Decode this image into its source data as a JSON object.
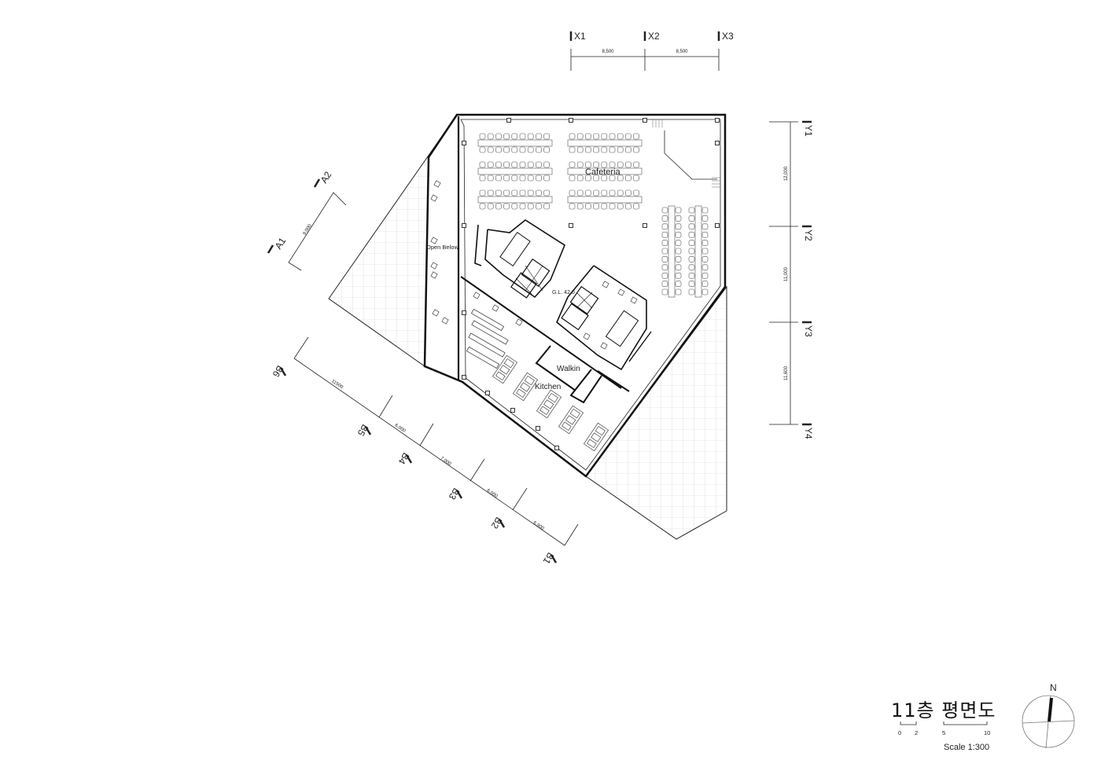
{
  "sheet": {
    "title": "11층 평면도",
    "scale_label": "Scale 1:300",
    "scale_ticks": [
      "0",
      "2",
      "5",
      "10"
    ],
    "north_label": "N"
  },
  "grid": {
    "x_axes": [
      "X1",
      "X2",
      "X3"
    ],
    "x_spans": [
      "8,500",
      "8,500"
    ],
    "y_axes": [
      "Y1",
      "Y2",
      "Y3",
      "Y4"
    ],
    "y_spans": [
      "12,000",
      "11,000",
      "11,600"
    ],
    "a_axes": [
      "A1",
      "A2"
    ],
    "a_spans": [
      "9,000"
    ],
    "b_axes": [
      "B6",
      "B5",
      "B4",
      "B3",
      "B2",
      "B1"
    ],
    "b_spans": [
      "11500",
      "6,000",
      "7,000",
      "6,000",
      "6,900"
    ]
  },
  "rooms": {
    "cafeteria": "Cafeteria",
    "open_below": "Open Below",
    "level": "G.L. 42.0",
    "walkin": "Walkin",
    "kitchen": "Kitchen"
  }
}
